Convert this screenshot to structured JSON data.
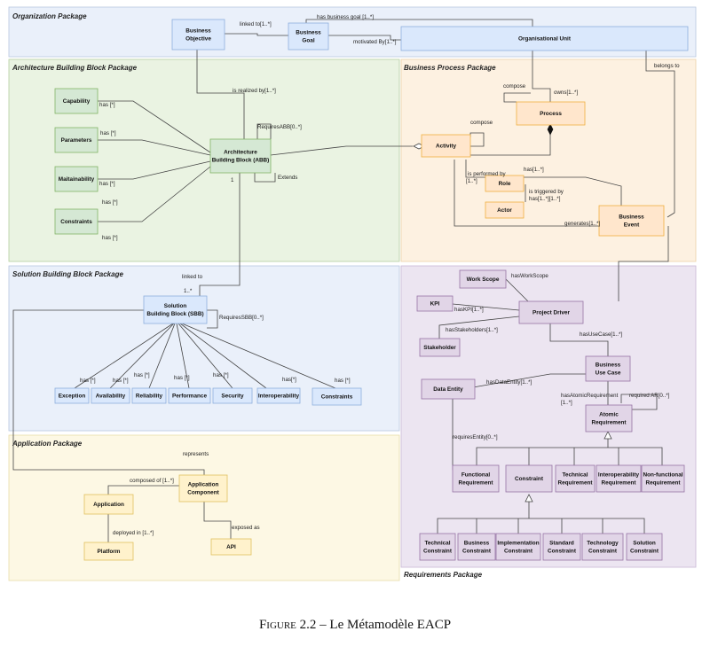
{
  "packages": {
    "organization": "Organization Package",
    "abb": "Architecture Building Block Package",
    "business_process": "Business Process Package",
    "sbb": "Solution Building Block Package",
    "application": "Application Package",
    "requirements": "Requirements Package"
  },
  "nodes": {
    "business_objective": [
      "Business",
      "Objective"
    ],
    "business_goal": [
      "Business",
      "Goal"
    ],
    "organisational_unit": [
      "Organisational Unit"
    ],
    "capability": [
      "Capability"
    ],
    "parameters": [
      "Parameters"
    ],
    "maintainability": [
      "Maitainability"
    ],
    "constraints_abb": [
      "Constraints"
    ],
    "abb": [
      "Architecture",
      "Building Block (ABB)"
    ],
    "process": [
      "Process"
    ],
    "activity": [
      "Activity"
    ],
    "role": [
      "Role"
    ],
    "actor": [
      "Actor"
    ],
    "business_event": [
      "Business",
      "Event"
    ],
    "sbb": [
      "Solution",
      "Building Block (SBB)"
    ],
    "exception": [
      "Exception"
    ],
    "availability": [
      "Availability"
    ],
    "reliability": [
      "Reliability"
    ],
    "performance": [
      "Performance"
    ],
    "security": [
      "Security"
    ],
    "interoperability": [
      "Interoperability"
    ],
    "constraints_sbb": [
      "Constraints"
    ],
    "application": [
      "Application"
    ],
    "application_component": [
      "Application",
      "Component"
    ],
    "platform": [
      "Platform"
    ],
    "api": [
      "API"
    ],
    "work_scope": [
      "Work Scope"
    ],
    "kpi": [
      "KPI"
    ],
    "project_driver": [
      "Project Driver"
    ],
    "stakeholder": [
      "Stakeholder"
    ],
    "business_use_case": [
      "Business",
      "Use Case"
    ],
    "data_entity": [
      "Data Entity"
    ],
    "atomic_requirement": [
      "Atomic",
      "Requirement"
    ],
    "functional_requirement": [
      "Functional",
      "Requirement"
    ],
    "constraint_req": [
      "Constraint"
    ],
    "technical_requirement": [
      "Technical",
      "Requirement"
    ],
    "interoperability_requirement": [
      "Interoperability",
      "Requirement"
    ],
    "nonfunctional_requirement": [
      "Non-functional",
      "Requirement"
    ],
    "technical_constraint": [
      "Technical",
      "Constraint"
    ],
    "business_constraint": [
      "Business",
      "Constraint"
    ],
    "implementation_constraint": [
      "Implementation",
      "Constraint"
    ],
    "standard_constraint": [
      "Standard",
      "Constraint"
    ],
    "technology_constraint": [
      "Technology",
      "Constraint"
    ],
    "solution_constraint": [
      "Solution",
      "Constraint"
    ]
  },
  "edge_labels": {
    "linked_to_goal": "linked to[1..*]",
    "has_business_goal": "has business goal [1..*]",
    "motivated_by": "motivated By[1..*]",
    "is_realized_by": "is realized by[1..*]",
    "belongs_to": "belongs to",
    "has_capability": "has [*]",
    "has_parameters": "has [*]",
    "has_maintainability": "has [*]",
    "has_constraints_a": "has [*]",
    "has_constraints_b": "has [*]",
    "requires_abb": "RequiresABB[0..*]",
    "extends": "Extends",
    "abb_mult": "1",
    "compose_process": "compose",
    "owns": "owns[1..*]",
    "compose_activity": "compose",
    "is_performed_by": "is performed by",
    "is_performed_by_mult": "[1..*]",
    "has_role_event": "has[1..*]",
    "is_triggered_by": "is triggered by",
    "has_actor": "has[1..*][1..*]",
    "generates": "generates[1..*]",
    "linked_to_sbb": "linked to",
    "sbb_mult": "1..*",
    "requires_sbb": "RequiresSBB[0..*]",
    "has_exception": "has [*]",
    "has_availability": "has [*]",
    "has_reliability": "has [*]",
    "has_performance": "has [*]",
    "has_security": "has [*]",
    "has_interoperability": "has[*]",
    "has_constraints_sbb": "has [*]",
    "represents": "represents",
    "composed_of": "composed of [1..*]",
    "deployed_in": "deployed in [1..*]",
    "exposed_as": "exposed as",
    "has_work_scope": "hasWorkScope",
    "has_kpi": "hasKPI[1..*]",
    "has_stakeholders": "hasStakeholders[1..*]",
    "has_use_case": "hasUseCase[1..*]",
    "has_data_entity": "hasDataEntity[1..*]",
    "has_atomic_requirement": "hasAtomicRequirement",
    "has_atomic_requirement_mult": "[1..*]",
    "required_ar": "required AR[0..*]",
    "requires_entity": "requiresEntity[0..*]"
  },
  "caption": {
    "figure": "Figure 2.2",
    "separator": " – ",
    "title": "Le Métamodèle EACP"
  },
  "colors": {
    "org_bg": "#eaf0fa",
    "blue_node": "#dae8fc",
    "blue_stroke": "#8eaedc",
    "green_bg": "#eaf3e2",
    "green_node": "#d5e8d4",
    "green_stroke": "#82b366",
    "orange_bg": "#fdf1e1",
    "orange_node": "#ffe6cc",
    "orange_stroke": "#f0b040",
    "purple_bg": "#ece5f1",
    "purple_node": "#e1d5e7",
    "purple_stroke": "#9673a6",
    "yellow_bg": "#fdf8e4",
    "yellow_node": "#fff2cc",
    "yellow_stroke": "#e0c060"
  }
}
